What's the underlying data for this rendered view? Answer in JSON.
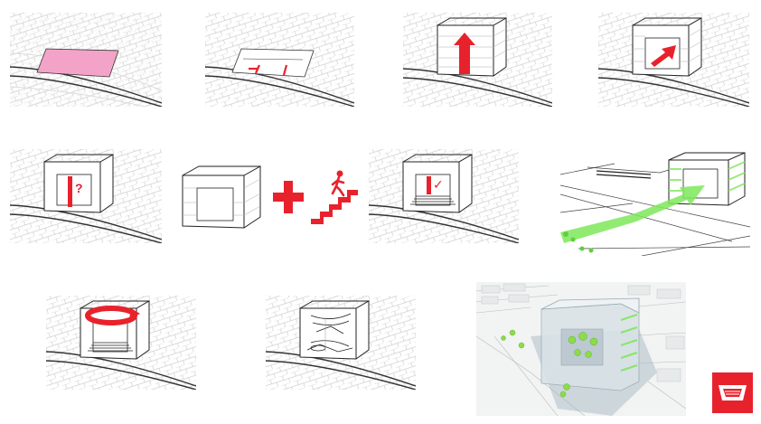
{
  "diagram": {
    "panels": [
      {
        "id": "site-plot",
        "overlay": "highlighted-plot"
      },
      {
        "id": "site-access-markers",
        "overlay": "red-markers"
      },
      {
        "id": "volume-up-arrow",
        "overlay": "up-arrow"
      },
      {
        "id": "volume-entry-arrow",
        "overlay": "diagonal-arrow"
      },
      {
        "id": "question-entrance",
        "overlay": "question-mark",
        "glyph": "?"
      },
      {
        "id": "open-volume",
        "overlay": "none"
      },
      {
        "id": "plus-sign",
        "overlay": "plus"
      },
      {
        "id": "stairs-pictogram",
        "overlay": "stairs-person"
      },
      {
        "id": "check-entrance",
        "overlay": "check-mark",
        "glyph": "✓"
      },
      {
        "id": "green-flow",
        "overlay": "green-arrow"
      },
      {
        "id": "circulation-loop",
        "overlay": "circular-arrow"
      },
      {
        "id": "interior-ramps",
        "overlay": "ramps"
      },
      {
        "id": "final-render",
        "overlay": "translucent-render"
      }
    ],
    "logo": {
      "id": "brand-logo"
    }
  },
  "colors": {
    "accent_red": "#e8222c",
    "plot_pink": "#f4a3c8",
    "flow_green": "#7ee85a",
    "context_gray": "#d6d6d6",
    "render_blue": "#c9d6de"
  }
}
